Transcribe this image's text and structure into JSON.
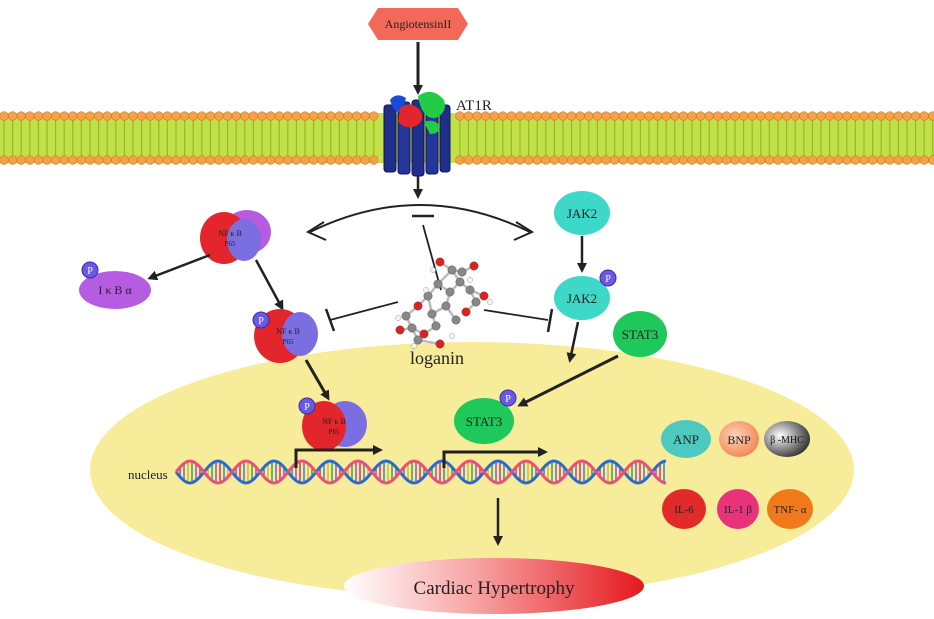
{
  "labels": {
    "angiotensin": "AngiotensinII",
    "receptor": "AT1R",
    "nfkb": "NF κ B",
    "p65": "P65",
    "ikb": "I κ B α",
    "phospho": "P",
    "jak2": "JAK2",
    "stat3": "STAT3",
    "compound": "loganin",
    "nucleus": "nucleus",
    "anp": "ANP",
    "bnp": "BNP",
    "bmhc": "β -MHC",
    "il6": "IL-6",
    "il1b": "IL-1 β",
    "tnfa": "TNF- α",
    "outcome": "Cardiac Hypertrophy"
  },
  "colors": {
    "nucleus_fill": "#f7ec9a",
    "membrane_green": "#b5dc3a",
    "membrane_head": "#f5a04a",
    "receptor_blue": "#1e2e8a",
    "nfkb_red": "#e3262b",
    "nfkb_violet": "#7a6ee0",
    "ikb_purple": "#b55ce0",
    "jak_teal": "#3ed8c8",
    "stat_green": "#1ec85a",
    "angiotensin_fill": "#f2695a",
    "anp_fill": "#4ec9c0",
    "bnp_fill": "#f5a07a",
    "il6_fill": "#e32a2a",
    "il1b_fill": "#e8337a",
    "tnfa_fill": "#f07a1a"
  }
}
